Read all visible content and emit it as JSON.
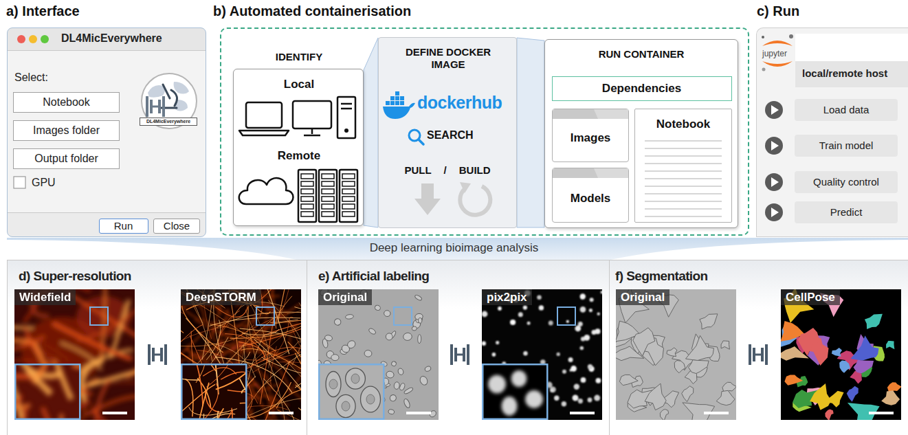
{
  "diagram": {
    "nodes": [
      {
        "text": [
          "a) Interface",
          "DL4MicEverywhere",
          "Select:"
        ]
      },
      {
        "text": [
          "Notebook"
        ],
        "in": 0
      },
      {
        "text": [
          "Images folder"
        ],
        "in": 0
      },
      {
        "text": [
          "Output folder"
        ],
        "in": 0
      },
      {
        "text": [
          "GPU"
        ],
        "in": 0
      },
      {
        "text": [
          "Run"
        ],
        "in": 0
      },
      {
        "text": [
          "Close"
        ],
        "in": 0
      },
      {
        "text": [
          "b) Automated containerisation"
        ]
      },
      {
        "text": [
          "IDENTIFY",
          "Local",
          "Remote"
        ],
        "in": 7
      },
      {
        "text": [
          "DEFINE DOCKER IMAGE",
          "dockerhub",
          "SEARCH",
          "PULL / BUILD"
        ],
        "in": 7
      },
      {
        "text": [
          "RUN CONTAINER"
        ],
        "in": 7
      },
      {
        "text": [
          "Dependencies"
        ],
        "in": 10
      },
      {
        "text": [
          "Images"
        ],
        "in": 10
      },
      {
        "text": [
          "Models"
        ],
        "in": 10
      },
      {
        "text": [
          "Notebook"
        ],
        "in": 10
      },
      {
        "text": [
          "c) Run",
          "jupyter",
          "local/remote host"
        ]
      },
      {
        "text": [
          "Load data"
        ],
        "in": 15
      },
      {
        "text": [
          "Train model"
        ],
        "in": 15
      },
      {
        "text": [
          "Quality control"
        ],
        "in": 15
      },
      {
        "text": [
          "Predict"
        ],
        "in": 15
      },
      {
        "text": [
          "Deep learning bioimage analysis"
        ]
      },
      {
        "text": [
          "d) Super-resolution"
        ]
      },
      {
        "text": [
          "Widefield"
        ],
        "in": 21
      },
      {
        "text": [
          "DeepSTORM"
        ],
        "in": 21
      },
      {
        "text": [
          "e) Artificial labeling"
        ]
      },
      {
        "text": [
          "Original"
        ],
        "in": 24
      },
      {
        "text": [
          "pix2pix"
        ],
        "in": 24
      },
      {
        "text": [
          "f) Segmentation"
        ]
      },
      {
        "text": [
          "Original"
        ],
        "in": 27
      },
      {
        "text": [
          "CellPose"
        ],
        "in": 27
      }
    ],
    "labels": [
      "DL4MicEverywhere"
    ]
  }
}
